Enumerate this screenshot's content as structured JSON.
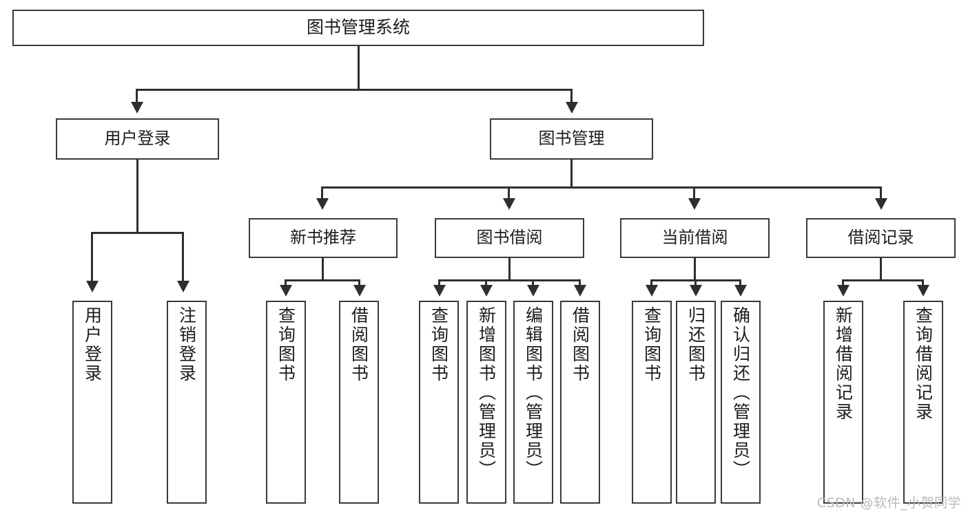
{
  "diagram": {
    "type": "tree-hierarchy-functional-decomposition",
    "root": {
      "label": "图书管理系统"
    },
    "level2": [
      {
        "label": "用户登录"
      },
      {
        "label": "图书管理"
      }
    ],
    "level3": [
      {
        "label": "新书推荐"
      },
      {
        "label": "图书借阅"
      },
      {
        "label": "当前借阅"
      },
      {
        "label": "借阅记录"
      }
    ],
    "leaves": {
      "user_login": [
        {
          "label": "用户登录"
        },
        {
          "label": "注销登录"
        }
      ],
      "new_book_recommend": [
        {
          "label": "查询图书"
        },
        {
          "label": "借阅图书"
        }
      ],
      "book_borrow": [
        {
          "label": "查询图书"
        },
        {
          "label": "新增图书（管理员）"
        },
        {
          "label": "编辑图书（管理员）"
        },
        {
          "label": "借阅图书"
        }
      ],
      "current_borrow": [
        {
          "label": "查询图书"
        },
        {
          "label": "归还图书"
        },
        {
          "label": "确认归还（管理员）"
        }
      ],
      "borrow_record": [
        {
          "label": "新增借阅记录"
        },
        {
          "label": "查询借阅记录"
        }
      ]
    }
  },
  "watermark": {
    "text": "CSDN @软件_小贺同学"
  },
  "colors": {
    "box_border": "#3a3a3a",
    "connector": "#2e2e2e",
    "background": "#ffffff",
    "text": "#1c1c1c",
    "watermark": "#b9b9b9"
  }
}
